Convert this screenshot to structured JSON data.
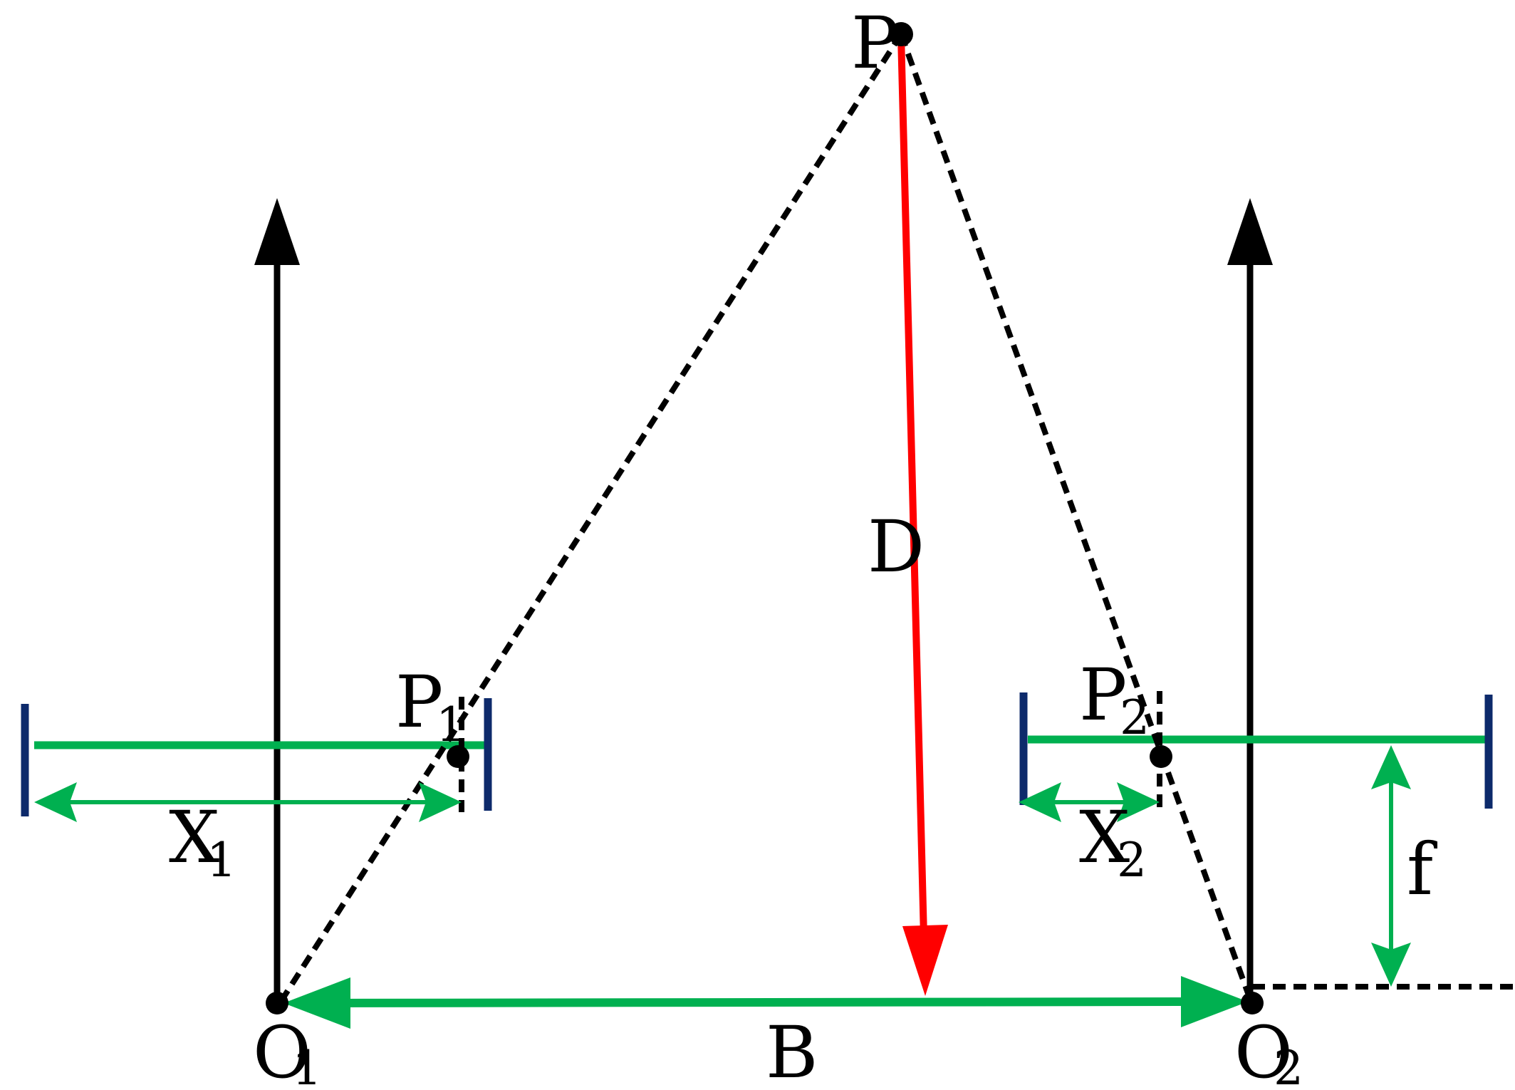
{
  "labels": {
    "point_p": "P",
    "point_p1": "P",
    "point_p1_sub": "1",
    "point_p2": "P",
    "point_p2_sub": "2",
    "distance_d": "D",
    "x1": "X",
    "x1_sub": "1",
    "x2": "X",
    "x2_sub": "2",
    "focal_f": "f",
    "baseline_b": "B",
    "origin_o1": "O",
    "origin_o1_sub": "1",
    "origin_o2": "O",
    "origin_o2_sub": "2"
  },
  "colors": {
    "axis": "#000000",
    "image_plane": "#00b050",
    "sensor_edge": "#0d2a6b",
    "depth_arrow": "#ff0000",
    "measure_arrow": "#00b050",
    "projection_ray": "#000000"
  }
}
